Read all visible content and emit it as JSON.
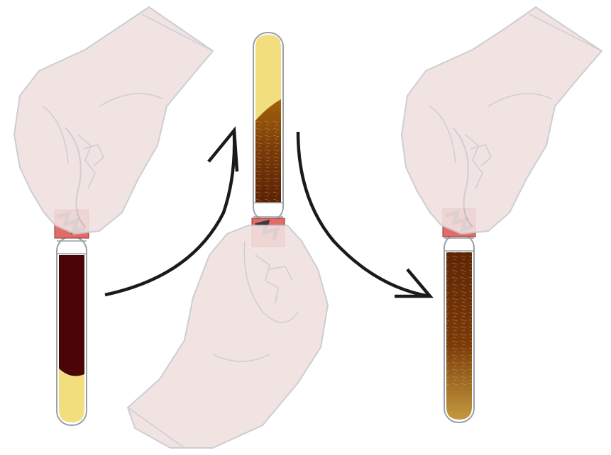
{
  "figure": {
    "steps": [
      {
        "id": "step-1",
        "state": "separated",
        "plasma": "#f3de7e",
        "cells": "#4a0606"
      },
      {
        "id": "step-2",
        "state": "inverted-mixing",
        "plasma": "#f3de7e",
        "cells": "#7a3a08"
      },
      {
        "id": "step-3",
        "state": "mixed",
        "plasma": "#c69a3a",
        "cells": "#6e3206"
      }
    ],
    "arrows": [
      {
        "id": "arrow-invert",
        "direction": "up"
      },
      {
        "id": "arrow-return",
        "direction": "down"
      }
    ],
    "colors": {
      "glove": "#f1e1e0",
      "glove_stroke": "#c8c8cf",
      "tube_glass": "#ffffff",
      "tube_stroke": "#9aa0a8",
      "cap_red": "#e36b67",
      "cap_dark": "#3a3a40",
      "arrow": "#1a1a1a"
    }
  }
}
